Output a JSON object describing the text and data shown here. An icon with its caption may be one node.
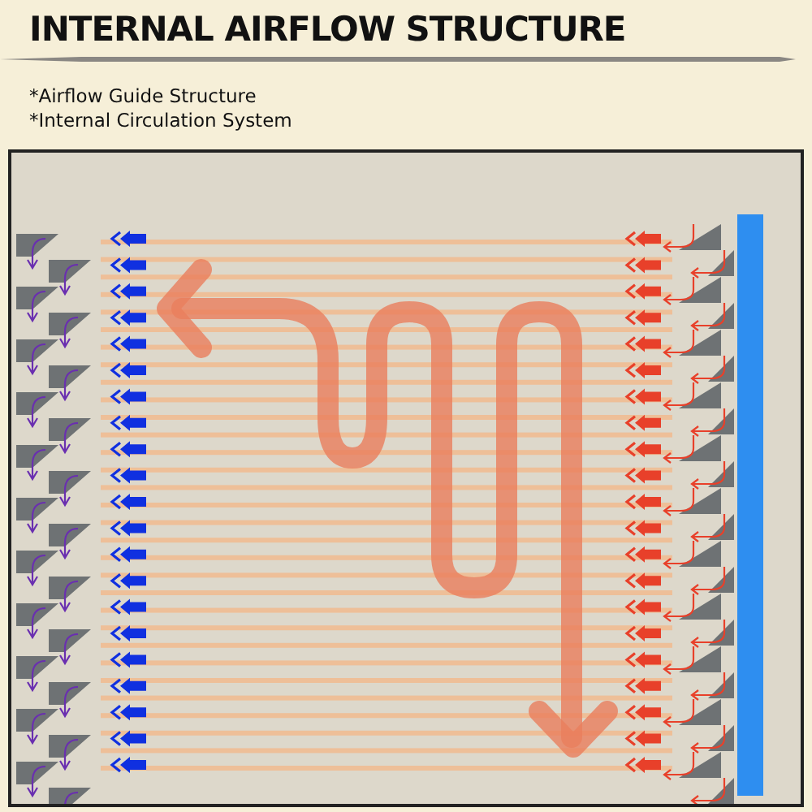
{
  "diagram": {
    "title": "INTERNAL AIRFLOW STRUCTURE",
    "labels": [
      "*Airflow Guide Structure",
      "*Internal Circulation System"
    ]
  }
}
